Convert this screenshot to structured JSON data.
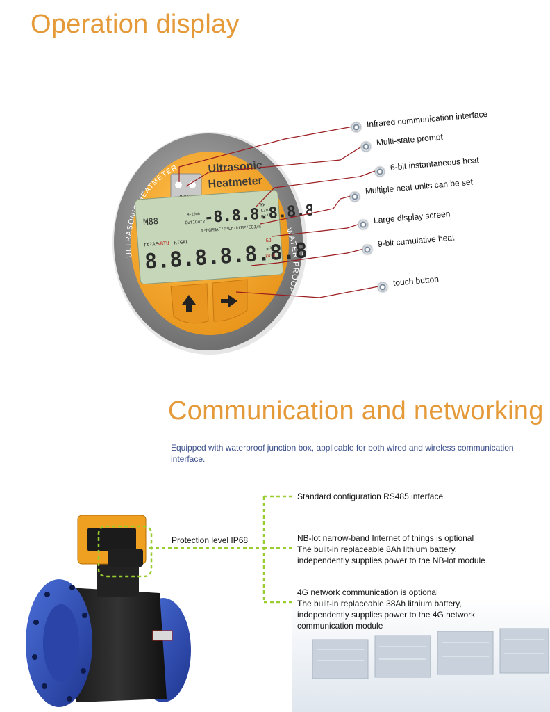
{
  "operation": {
    "title": "Operation  display",
    "meter": {
      "ring_top": "ULTRASONIC HEATMETER",
      "ring_right": "WATER PROOF",
      "brand_line1": "Ultrasonic",
      "brand_line2": "Heatmeter",
      "irdc_label": "IRDC",
      "lcd_top_digits": "-8.8.8.8.8.8.",
      "lcd_small_left": "M88",
      "lcd_ma": "4-20mA",
      "lcd_out": "Out1Out2",
      "lcd_units_row": "m³hGPMAF³F³Lh³kCMP/CGJ/h",
      "lcd_unit_kw": "kW",
      "lcd_unit_lm": "L/m",
      "lcd_unit_m3h": "m³/h",
      "lcd_left_row": "ft³AF",
      "lcd_kbtu": "kBTU",
      "lcd_rtgal": "RTGAL",
      "lcd_bottom_digits": "8.8.8.8.8.8.8.8.8.",
      "lcd_unit_gj": "GJ",
      "lcd_unit_m3": "m³",
      "lcd_unit_kwh": "kW·h"
    },
    "callouts": [
      "Infrared communication interface",
      "Multi-state prompt",
      "6-bit instantaneous heat",
      "Multiple heat units can be set",
      "Large display screen",
      "9-bit cumulative heat",
      "touch button"
    ]
  },
  "networking": {
    "title": "Communication and networking",
    "description": "Equipped with waterproof junction box, applicable for both wired and wireless communication interface.",
    "protection_label": "Protection level IP68",
    "items": [
      [
        "Standard configuration RS485 interface"
      ],
      [
        "NB-lot narrow-band Internet of things is optional",
        "The built-in replaceable 8Ah lithium battery,",
        "independently supplies power to the NB-lot module"
      ],
      [
        "4G network communication is optional",
        "The built-in replaceable 38Ah lithium battery,",
        "independently supplies power to the 4G network",
        "communication module"
      ]
    ]
  },
  "colors": {
    "title_orange": "#e59a3a",
    "meter_face": "#f5a623",
    "ring_grey": "#8c8c8c",
    "lcd_green": "#c6d6b8",
    "leader_red": "#9b1d20",
    "dashed_green": "#9acd32",
    "flange_blue": "#2f4fb3"
  }
}
